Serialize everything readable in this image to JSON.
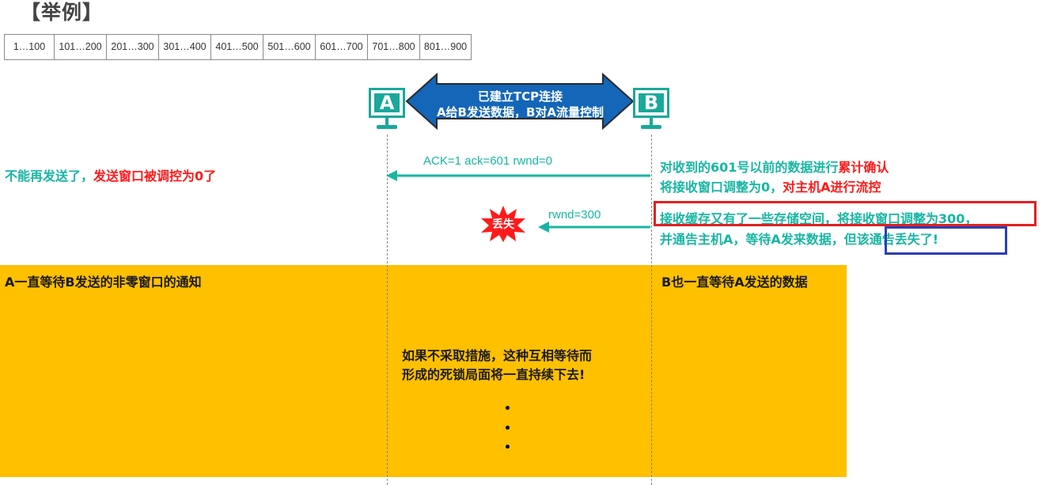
{
  "title": "【举例】",
  "sequence": [
    "1…100",
    "101…200",
    "201…300",
    "301…400",
    "401…500",
    "501…600",
    "601…700",
    "701…800",
    "801…900"
  ],
  "hosts": {
    "a": "A",
    "b": "B"
  },
  "connection": {
    "line1": "已建立TCP连接",
    "line2": "A给B发送数据，B对A流量控制"
  },
  "messages": {
    "ack": "ACK=1   ack=601    rwnd=0",
    "rwnd": "rwnd=300",
    "lost": "丢失"
  },
  "left_note": {
    "part1": "不能再发送了，",
    "part2": "发送窗口被调控为0了"
  },
  "right_notes": {
    "n1_part1": "对收到的601号以前的数据进行",
    "n1_part2": "累计确认",
    "n2_part1": "将接收窗口调整为0，",
    "n2_part2": "对主机A进行流控",
    "n3": "接收缓存又有了一些存储空间，将接收窗口调整为300，",
    "n4_part1": "并通告主机A，等待A发来数据，",
    "n4_part2": "但该通告丢失了!"
  },
  "deadlock": {
    "left": "A一直等待B发送的非零窗口的通知",
    "right": "B也一直等待A发送的数据",
    "center_line1": "如果不采取措施，这种互相等待而",
    "center_line2": "形成的死锁局面将一直持续下去!"
  },
  "colors": {
    "teal": "#17b6a3",
    "red": "#ff1a1a",
    "yellow": "#ffc000",
    "blue_arrow": "#1466b8",
    "highlight_red": "#e0201f",
    "highlight_blue": "#2b3fb5"
  }
}
